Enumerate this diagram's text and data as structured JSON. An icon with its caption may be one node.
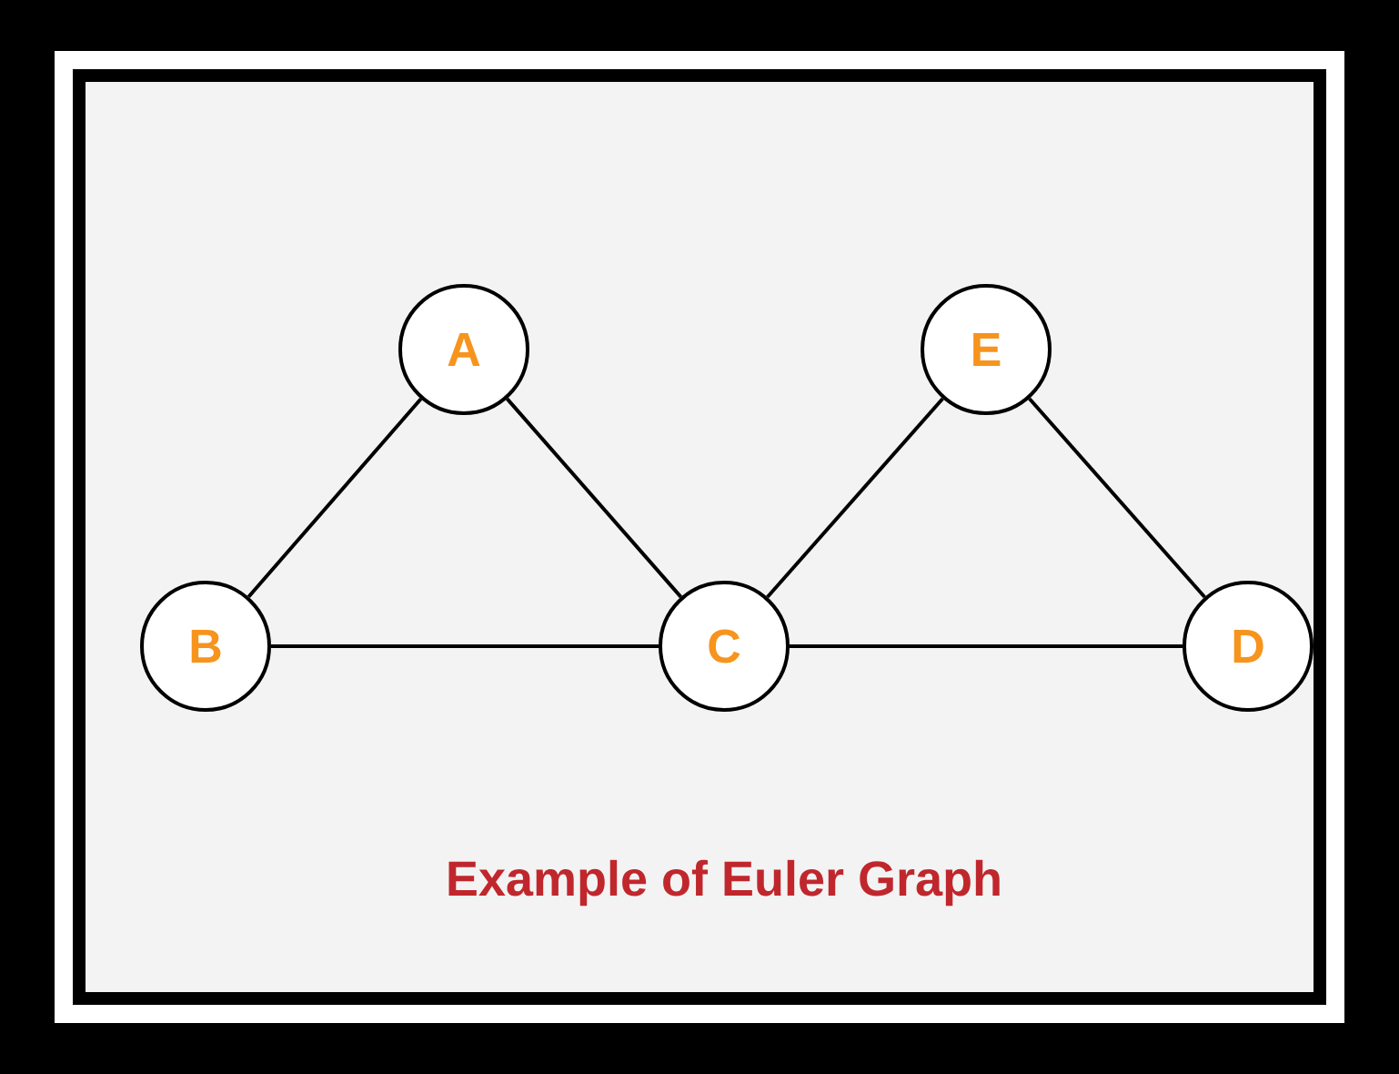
{
  "diagram": {
    "caption": "Example of Euler Graph",
    "nodes": [
      {
        "text": [
          "A"
        ]
      },
      {
        "text": [
          "E"
        ]
      },
      {
        "text": [
          "B"
        ]
      },
      {
        "text": [
          "C"
        ]
      },
      {
        "text": [
          "D"
        ]
      }
    ],
    "edges": [
      {
        "from": 0,
        "to": 2,
        "arrow": "none"
      },
      {
        "from": 0,
        "to": 3,
        "arrow": "none"
      },
      {
        "from": 2,
        "to": 3,
        "arrow": "none"
      },
      {
        "from": 3,
        "to": 1,
        "arrow": "none"
      },
      {
        "from": 1,
        "to": 4,
        "arrow": "none"
      },
      {
        "from": 3,
        "to": 4,
        "arrow": "none"
      }
    ]
  }
}
